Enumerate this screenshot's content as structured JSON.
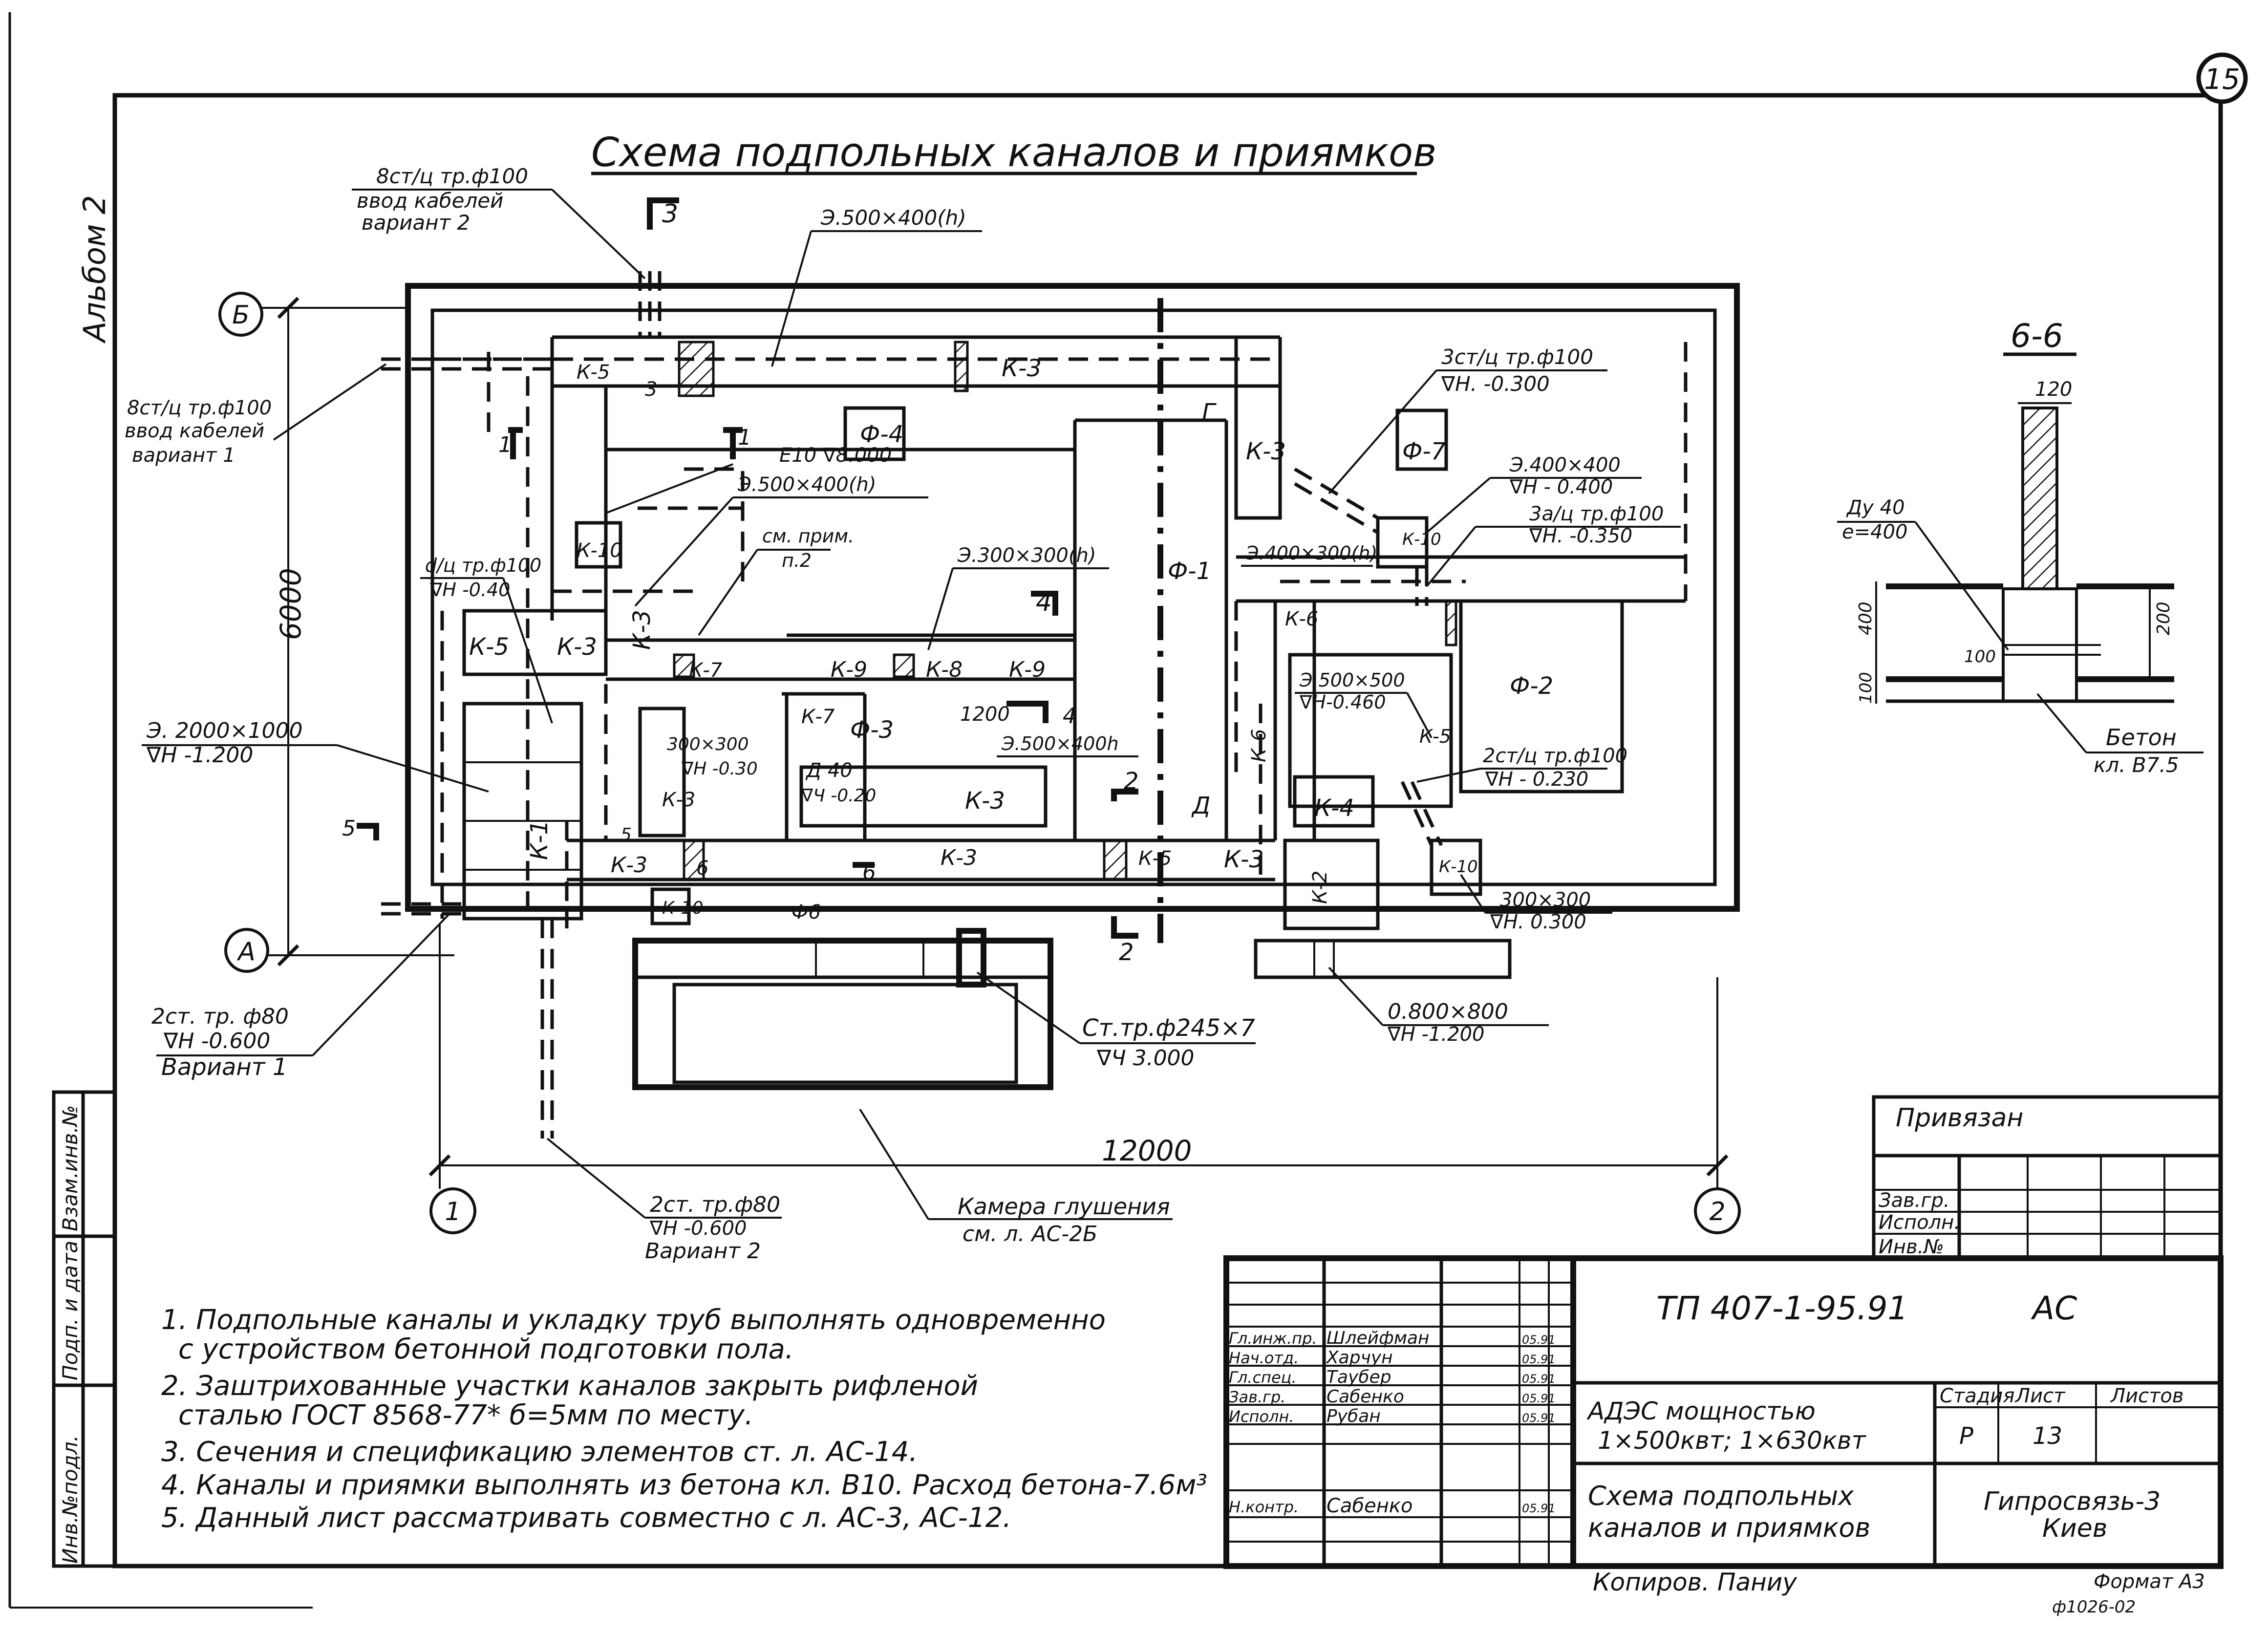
{
  "title": "Схема подпольных каналов и приямков",
  "sheet_number_circle": "15",
  "album": "Альбом 2",
  "axes": {
    "row_b": "Б",
    "row_a": "А",
    "col_1": "1",
    "col_2": "2"
  },
  "dimensions": {
    "width": "12000",
    "height": "6000"
  },
  "plan_labels": {
    "k5": "К-5",
    "k3": "К-3",
    "k10": "К-10",
    "k7": "К-7",
    "k9": "К-9",
    "k8": "К-8",
    "k1": "К-1",
    "k4": "К-4",
    "k6": "К-6",
    "k2": "К-2",
    "f1": "Ф-1",
    "f2": "Ф-2",
    "f3": "Ф-3",
    "f4": "Ф-4",
    "f7": "Ф-7",
    "f6": "Ф6",
    "g": "Г",
    "d": "Д",
    "s3": "3",
    "s1": "1",
    "s2": "2",
    "s4": "4",
    "s5": "5",
    "s6": "6",
    "d1200": "1200",
    "p300": "300×300",
    "p300h": "∇Н -0.30",
    "d40": "Д 40",
    "d40h": "∇Ч -0.20"
  },
  "callouts": {
    "c1a": "8ст/ц тр.ф100",
    "c1b": "ввод кабелей",
    "c1c": "вариант 2",
    "c2": "Э.500×400(h)",
    "c3a": "8ст/ц тр.ф100",
    "c3b": "ввод кабелей",
    "c3c": "вариант 1",
    "c4a": "Е10 ∇8.000",
    "c4b": "Э.500×400(h)",
    "c5a": "см. прим.",
    "c5b": "п.2",
    "c6": "Э.300×300(h)",
    "c7a": "d/ц тр.ф100",
    "c7b": "∇Н -0.40",
    "c8a": "Э. 2000×1000",
    "c8b": "∇Н -1.200",
    "c9": "Э.500×400h",
    "c10a": "3ст/ц тр.ф100",
    "c10b": "∇Н. -0.300",
    "c11a": "Э.400×400",
    "c11b": "∇Н - 0.400",
    "c12a": "3а/ц тр.ф100",
    "c12b": "∇Н. -0.350",
    "c13": "Э.400×300(h)",
    "c14a": "Э.500×500",
    "c14b": "∇Н-0.460",
    "c15a": "2ст/ц тр.ф100",
    "c15b": "∇Н - 0.230",
    "c16a": "300×300",
    "c16b": "∇Н. 0.300",
    "c17a": "2ст. тр. ф80",
    "c17b": "∇Н -0.600",
    "c17c": "Вариант 1",
    "c18a": "Ст.тр.ф245×7",
    "c18b": "∇Ч 3.000",
    "c19a": "0.800×800",
    "c19b": "∇Н -1.200",
    "c20a": "2ст. тр.ф80",
    "c20b": "∇Н -0.600",
    "c20c": "Вариант 2",
    "c21a": "Камера глушения",
    "c21b": "см. л. АС-2Б"
  },
  "section": {
    "title": "6-6",
    "dim_top": "120",
    "pipe_a": "Ду 40",
    "pipe_b": "е=400",
    "dim_400": "400",
    "dim_200": "200",
    "dim_100a": "100",
    "dim_100b": "100",
    "concrete_a": "Бетон",
    "concrete_b": "кл. В7.5"
  },
  "notes": [
    "1. Подпольные каналы и укладку труб выполнять одновременно",
    "с устройством бетонной подготовки пола.",
    "2. Заштрихованные участки каналов закрыть рифленой",
    "сталью ГОСТ 8568-77* б=5мм по месту.",
    "3. Сечения и спецификацию элементов ст. л. АС-14.",
    "4. Каналы и приямки выполнять из бетона кл. В10. Расход бетона-7.6м³",
    "5. Данный лист рассматривать совместно с л. АС-3, АС-12."
  ],
  "side_stamp": [
    "Инв.№подл.",
    "Подп. и дата",
    "Взам.инв.№"
  ],
  "privyazan": {
    "title": "Привязан",
    "rows": [
      "Зав.гр.",
      "Исполн.",
      "Инв.№"
    ]
  },
  "title_block": {
    "doc_code": "ТП 407-1-95.91",
    "doc_mark": "АС",
    "people": [
      {
        "role": "Гл.инж.пр.",
        "name": "Шлейфман",
        "date": "05.91"
      },
      {
        "role": "Нач.отд.",
        "name": "Харчун",
        "date": "05.91"
      },
      {
        "role": "Гл.спец.",
        "name": "Таубер",
        "date": "05.91"
      },
      {
        "role": "Зав.гр.",
        "name": "Сабенко",
        "date": "05.91"
      },
      {
        "role": "Исполн.",
        "name": "Рубан",
        "date": "05.91"
      },
      {
        "role": "Н.контр.",
        "name": "Сабенко",
        "date": "05.91"
      }
    ],
    "object_a": "АДЭС мощностью",
    "object_b": "1×500квт; 1×630квт",
    "stage_h": "Стадия",
    "sheet_h": "Лист",
    "sheets_h": "Листов",
    "stage": "Р",
    "sheet": "13",
    "sheets": "",
    "drawing_a": "Схема подпольных",
    "drawing_b": "каналов и приямков",
    "org_a": "Гипросвязь-3",
    "org_b": "Киев"
  },
  "footer": {
    "copied": "Копиров. Паниу",
    "format": "Формат А3",
    "ref": "ф1026-02"
  }
}
